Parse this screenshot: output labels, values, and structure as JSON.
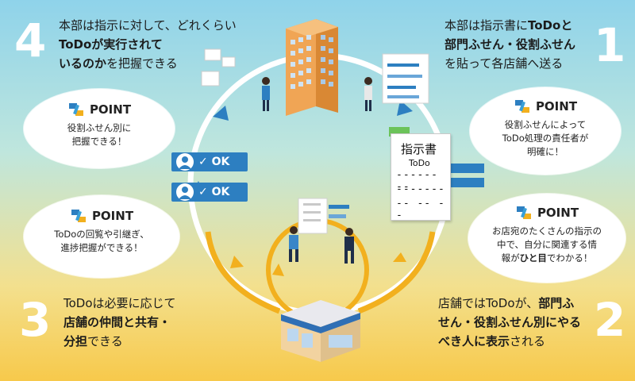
{
  "steps": {
    "s1": {
      "number": "1",
      "line1_a": "本部は指示書に",
      "line1_b": "ToDoと",
      "line2": "部門ふせん・役割ふせん",
      "line3": "を貼って各店舗へ送る"
    },
    "s2": {
      "number": "2",
      "line1_a": "店舗ではToDoが、",
      "line1_b": "部門ふ",
      "line2": "せん・役割ふせん別にやる",
      "line3_a": "べき人に表示",
      "line3_b": "される"
    },
    "s3": {
      "number": "3",
      "line1": "ToDoは必要に応じて",
      "line2_a": "店舗の仲間と共有・",
      "line3_a": "分担",
      "line3_b": "できる"
    },
    "s4": {
      "number": "4",
      "line1": "本部は指示に対して、どれくらい",
      "line2": "ToDoが実行されて",
      "line3_a": "いるのか",
      "line3_b": "を把握できる"
    }
  },
  "points": {
    "label": "POINT",
    "p_top_left": {
      "line1": "役割ふせん別に",
      "line2": "把握できる！"
    },
    "p_bottom_left": {
      "line1": "ToDoの回覧や引継ぎ、",
      "line2": "進捗把握ができる！"
    },
    "p_top_right": {
      "line1": "役割ふせんによって",
      "line2": "ToDo処理の責任者が",
      "line3": "明確に！"
    },
    "p_bottom_right": {
      "line1": "お店宛のたくさんの指示の",
      "line2": "中で、自分に関連する情",
      "line3_a": "報が",
      "line3_b": "ひと目",
      "line3_c": "でわかる！"
    }
  },
  "ok_badges": [
    {
      "label": "✓ OK"
    },
    {
      "label": "✓ OK"
    }
  ],
  "document": {
    "title": "指示書",
    "subtitle": "ToDo",
    "line1": "------ --",
    "line2": "-------",
    "line3": "-- --  --"
  },
  "colors": {
    "cycle_white": "#ffffff",
    "cycle_yellow": "#f2b01e",
    "arrow_blue": "#2d7fc1",
    "accent_blue": "#2d7fc1",
    "building_blue": "#2f6fb5"
  }
}
